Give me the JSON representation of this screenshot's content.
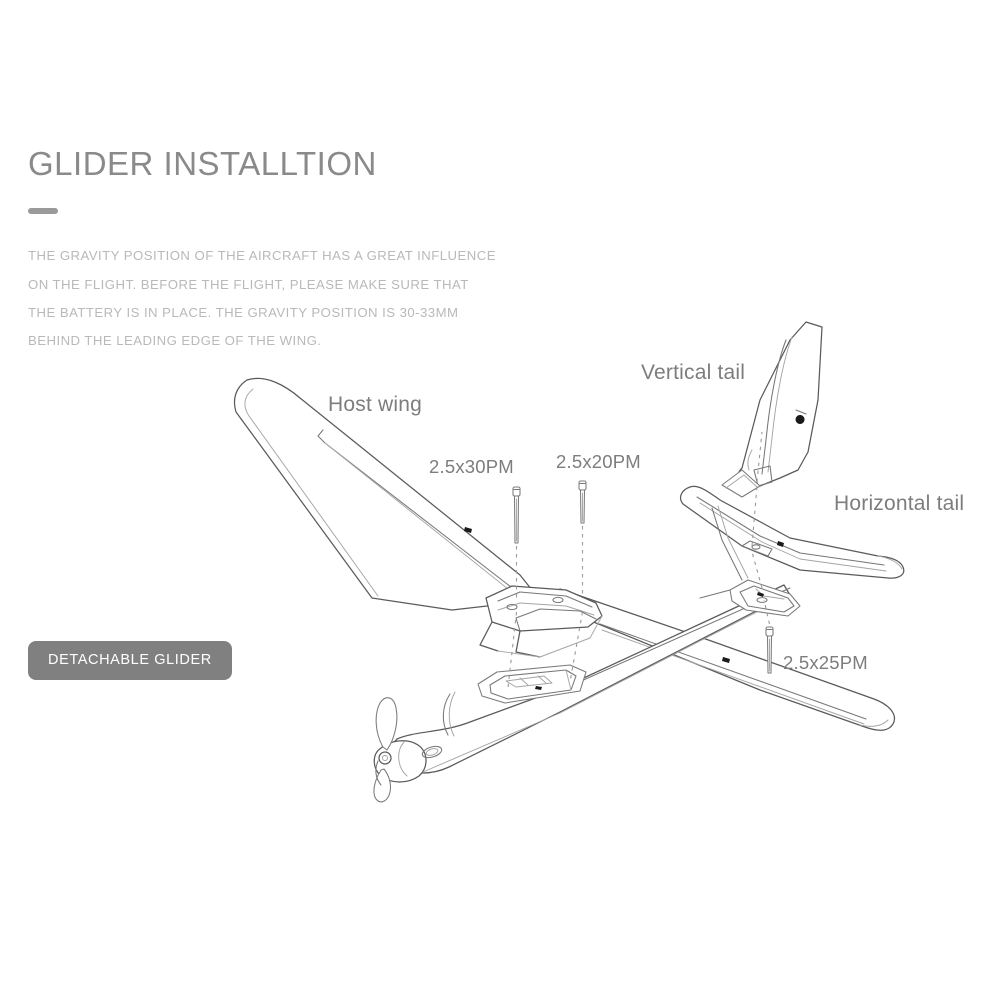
{
  "header": {
    "title": "GLIDER INSTALLTION",
    "description_lines": [
      "THE GRAVITY POSITION OF THE AIRCRAFT HAS A GREAT INFLUENCE",
      "ON THE FLIGHT. BEFORE THE FLIGHT, PLEASE MAKE SURE THAT",
      "THE BATTERY IS IN PLACE. THE GRAVITY POSITION IS 30-33MM",
      "BEHIND THE LEADING EDGE OF THE WING."
    ]
  },
  "badge": {
    "label": "DETACHABLE GLIDER"
  },
  "diagram": {
    "labels": {
      "host_wing": "Host wing",
      "vertical_tail": "Vertical tail",
      "horizontal_tail": "Horizontal tail",
      "screw_30": "2.5x30PM",
      "screw_20": "2.5x20PM",
      "screw_25": "2.5x25PM"
    },
    "icons": {
      "propeller": "propeller-icon",
      "screw": "screw-icon",
      "assembly_guide": "dashed-assembly-line-icon"
    }
  },
  "colors": {
    "background": "#ffffff",
    "title_text": "#8a8a8a",
    "body_text": "#b9b9b9",
    "label_text": "#7d7d7d",
    "badge_fill": "#808080",
    "badge_text": "#ffffff",
    "line_art": "#5a5a5a",
    "line_art_light": "#9b9b9b"
  }
}
